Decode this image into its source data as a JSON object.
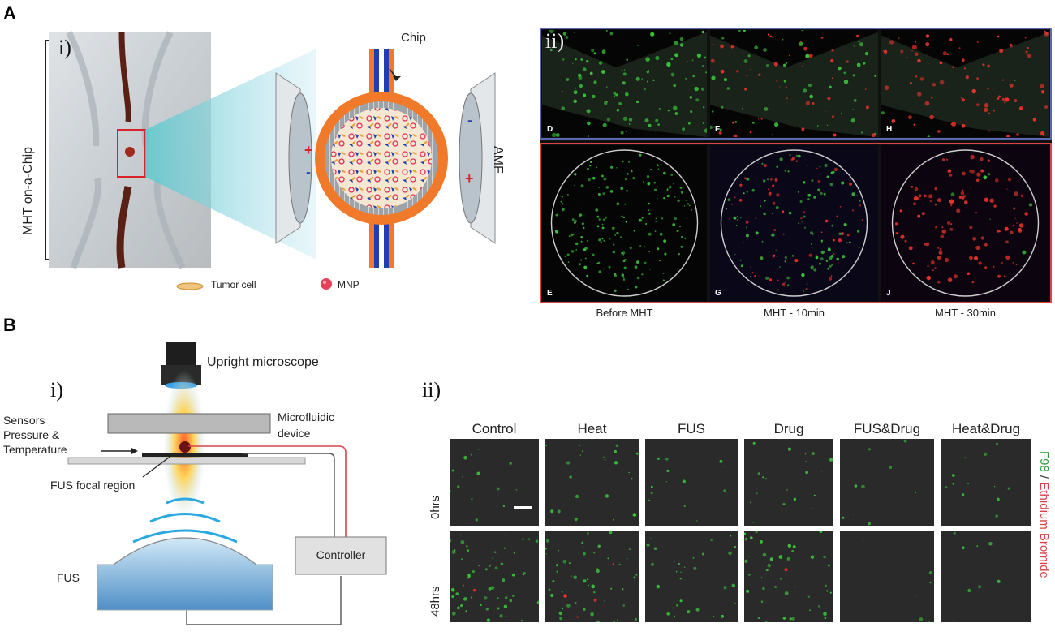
{
  "panel_a": {
    "letter": "A",
    "sub_i": "i)",
    "sub_ii": "ii)",
    "side_label": "MHT on-a-Chip",
    "chip_label": "Chip",
    "amf_label": "AMF",
    "plus": "+",
    "minus": "-",
    "legend_tumor": "Tumor cell",
    "legend_mnp": "MNP",
    "micrographs": [
      {
        "id": "D"
      },
      {
        "id": "F"
      },
      {
        "id": "H"
      },
      {
        "id": "E"
      },
      {
        "id": "G"
      },
      {
        "id": "J"
      }
    ],
    "captions": [
      "Before MHT",
      "MHT - 10min",
      "MHT - 30min"
    ]
  },
  "panel_b": {
    "letter": "B",
    "sub_i": "i)",
    "sub_ii": "ii)",
    "microscope_label": "Upright microscope",
    "microfluidic_label_1": "Microfluidic",
    "microfluidic_label_2": "device",
    "sensors_label_1": "Sensors",
    "sensors_label_2": "Pressure &",
    "sensors_label_3": "Temperature",
    "focal_label": "FUS focal region",
    "fus_label": "FUS",
    "controller_label": "Controller",
    "conditions": [
      "Control",
      "Heat",
      "FUS",
      "Drug",
      "FUS&Drug",
      "Heat&Drug"
    ],
    "rows": [
      "0hrs",
      "48hrs"
    ],
    "stain_green": "F98",
    "stain_sep": " / ",
    "stain_red": "Ethidium Bromide"
  },
  "colors": {
    "orange": "#f07a2a",
    "blue_wave": "#29a9e0",
    "cell_green": "#39c43a",
    "cell_red": "#e8332a",
    "frame_blue": "#5b6ab0",
    "frame_red": "#d9434b",
    "teal_beam": "#6fd3d6"
  }
}
